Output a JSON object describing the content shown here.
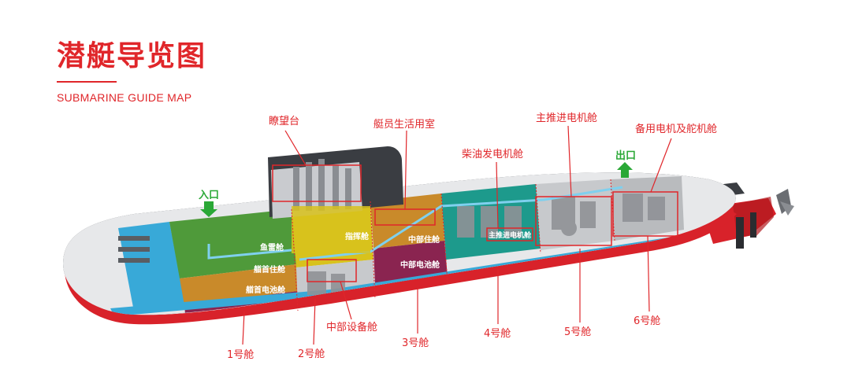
{
  "header": {
    "title": "潜艇导览图",
    "subtitle": "SUBMARINE GUIDE MAP"
  },
  "colors": {
    "accent": "#e0262a",
    "hull_dark": "#3a3d42",
    "hull_red": "#d8222a",
    "bow_blue": "#38a9d8",
    "green_compartment": "#4f9a3a",
    "yellow_compartment": "#d8c21c",
    "orange_compartment": "#c98a2a",
    "battery_purple": "#8a2450",
    "teal_compartment": "#1d9a8c",
    "machinery_grey": "#c7c9cc",
    "entry_green": "#2aa836"
  },
  "callouts": {
    "conning_tower": "瞭望台",
    "crew_quarters": "艇员生活用室",
    "diesel_generator": "柴油发电机舱",
    "main_propulsion": "主推进电机舱",
    "standby_motor_steering": "备用电机及舵机舱",
    "mid_equipment": "中部设备舱",
    "comp1": "1号舱",
    "comp2": "2号舱",
    "comp3": "3号舱",
    "comp4": "4号舱",
    "comp5": "5号舱",
    "comp6": "6号舱",
    "entrance": "入口",
    "exit": "出口"
  },
  "inner_labels": {
    "torpedo_room": "鱼雷舱",
    "bow_quarters": "艏首住舱",
    "bow_battery": "艏首电池舱",
    "command": "指挥舱",
    "mid_quarters": "中部住舱",
    "mid_battery": "中部电池舱",
    "main_motor": "主推进电机舱"
  }
}
